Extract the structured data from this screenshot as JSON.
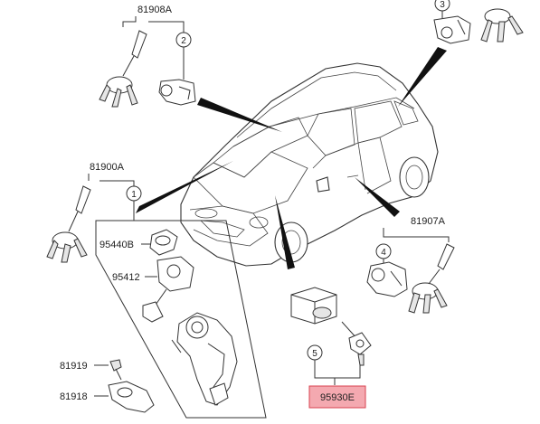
{
  "callouts": {
    "c1": "1",
    "c2": "2",
    "c3": "3",
    "c4": "4",
    "c5": "5"
  },
  "labels": {
    "key_set_a": "81908A",
    "lock_set": "81900A",
    "key_set_b": "81907A",
    "cap": "95440B",
    "switch": "95412",
    "screw": "81919",
    "bracket": "81918",
    "immobilizer": "95930E"
  },
  "colors": {
    "highlight_fill": "#f4a9b0",
    "highlight_stroke": "#d9424f",
    "line": "#333333"
  }
}
